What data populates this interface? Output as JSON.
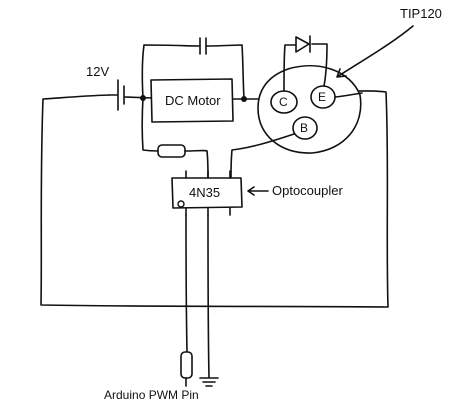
{
  "supply": {
    "voltage_label": "12V"
  },
  "motor": {
    "label": "DC Motor"
  },
  "optocoupler": {
    "chip_label": "4N35",
    "callout": "Optocoupler"
  },
  "transistor": {
    "callout": "TIP120",
    "pins": {
      "collector": "C",
      "emitter": "E",
      "base": "B"
    }
  },
  "arduino": {
    "label": "Arduino PWM Pin"
  }
}
